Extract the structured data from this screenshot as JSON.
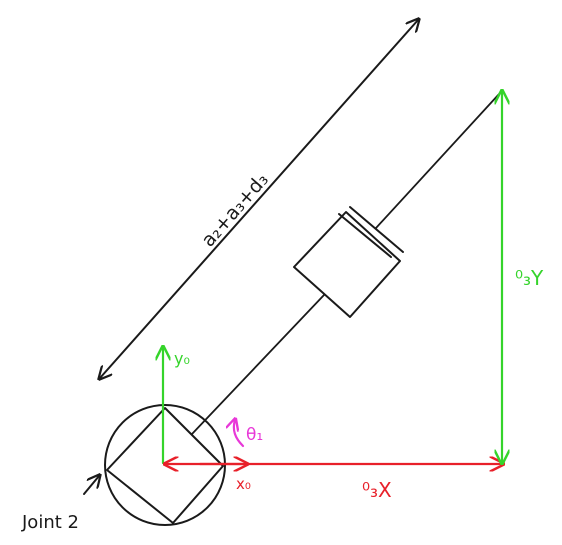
{
  "labels": {
    "link_length": "a₂+a₃+d₃",
    "y0": "y₀",
    "x0": "x₀",
    "theta1": "θ₁",
    "x_proj": "⁰₃X",
    "y_proj": "⁰₃Y",
    "joint": "Joint 2"
  },
  "colors": {
    "ink": "#1a1a1a",
    "x_axis": "#e8202a",
    "y_axis": "#35d42b",
    "angle": "#e838d8"
  }
}
